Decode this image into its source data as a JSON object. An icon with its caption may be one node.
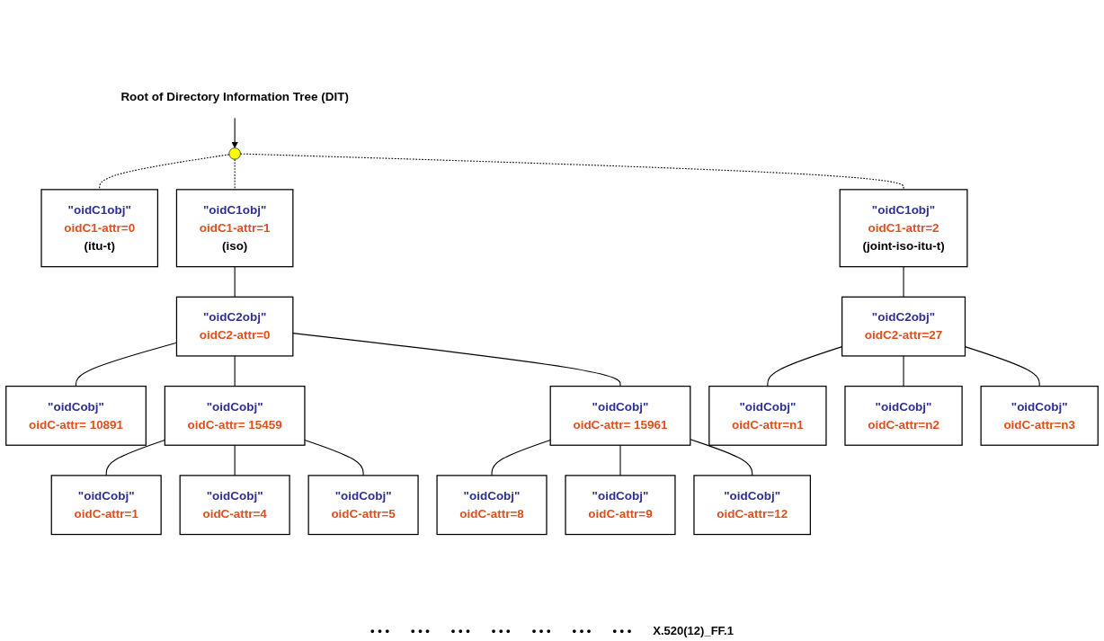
{
  "diagram": {
    "nodes": [
      {
        "text": [],
        "shape": "star"
      },
      {
        "text": [
          "Root of Directory Information Tree (DIT)"
        ]
      },
      {
        "text": [
          "\"oidC1obj\"",
          "oidC1-attr=0",
          "(itu-t)"
        ]
      },
      {
        "text": [
          "\"oidC1obj\"",
          "oidC1-attr=1",
          "(iso)"
        ]
      },
      {
        "text": [
          "\"oidC1obj\"",
          "oidC1-attr=2",
          "(joint-iso-itu-t)"
        ]
      },
      {
        "text": [
          "\"oidC2obj\"",
          "oidC2-attr=0"
        ]
      },
      {
        "text": [
          "\"oidC2obj\"",
          "oidC2-attr=27"
        ]
      },
      {
        "text": [
          "\"oidCobj\"",
          "oidC-attr= 10891"
        ]
      },
      {
        "text": [
          "\"oidCobj\"",
          "oidC-attr= 15459"
        ]
      },
      {
        "text": [
          "\"oidCobj\"",
          "oidC-attr= 15961"
        ]
      },
      {
        "text": [
          "\"oidCobj\"",
          "oidC-attr=n1"
        ]
      },
      {
        "text": [
          "\"oidCobj\"",
          "oidC-attr=n2"
        ]
      },
      {
        "text": [
          "\"oidCobj\"",
          "oidC-attr=n3"
        ]
      },
      {
        "text": [
          "\"oidCobj\"",
          "oidC-attr=8"
        ]
      },
      {
        "text": [
          "\"oidCobj\"",
          "oidC-attr=9"
        ]
      },
      {
        "text": [
          "\"oidCobj\"",
          "oidC-attr=12"
        ]
      },
      {
        "text": [
          "\"oidCobj\"",
          "oidC-attr=1"
        ]
      },
      {
        "text": [
          "\"oidCobj\"",
          "oidC-attr=4"
        ]
      },
      {
        "text": [
          "\"oidCobj\"",
          "oidC-attr=5"
        ]
      }
    ],
    "edges": [
      {
        "from": 1,
        "to": 0,
        "arrow": "to"
      },
      {
        "from": 0,
        "to": 2,
        "arrow": "none",
        "style": "dashed"
      },
      {
        "from": 0,
        "to": 3,
        "arrow": "none",
        "style": "dashed"
      },
      {
        "from": 0,
        "to": 4,
        "arrow": "none",
        "style": "dashed"
      },
      {
        "from": 3,
        "to": 5,
        "arrow": "none"
      },
      {
        "from": 4,
        "to": 6,
        "arrow": "none"
      },
      {
        "from": 5,
        "to": 7,
        "arrow": "none"
      },
      {
        "from": 5,
        "to": 8,
        "arrow": "none"
      },
      {
        "from": 5,
        "to": 9,
        "arrow": "none"
      },
      {
        "from": 6,
        "to": 10,
        "arrow": "none"
      },
      {
        "from": 6,
        "to": 11,
        "arrow": "none"
      },
      {
        "from": 6,
        "to": 12,
        "arrow": "none"
      },
      {
        "from": 9,
        "to": 13,
        "arrow": "none"
      },
      {
        "from": 9,
        "to": 14,
        "arrow": "none"
      },
      {
        "from": 9,
        "to": 15,
        "arrow": "none"
      },
      {
        "from": 8,
        "to": 16,
        "arrow": "none"
      },
      {
        "from": 8,
        "to": 17,
        "arrow": "none"
      },
      {
        "from": 8,
        "to": 18,
        "arrow": "none"
      }
    ],
    "labels": [
      "• • •",
      "• • •",
      "• • •",
      "• • •",
      "• • •",
      "• • •",
      "• • •",
      "X.520(12)_FF.1"
    ]
  }
}
